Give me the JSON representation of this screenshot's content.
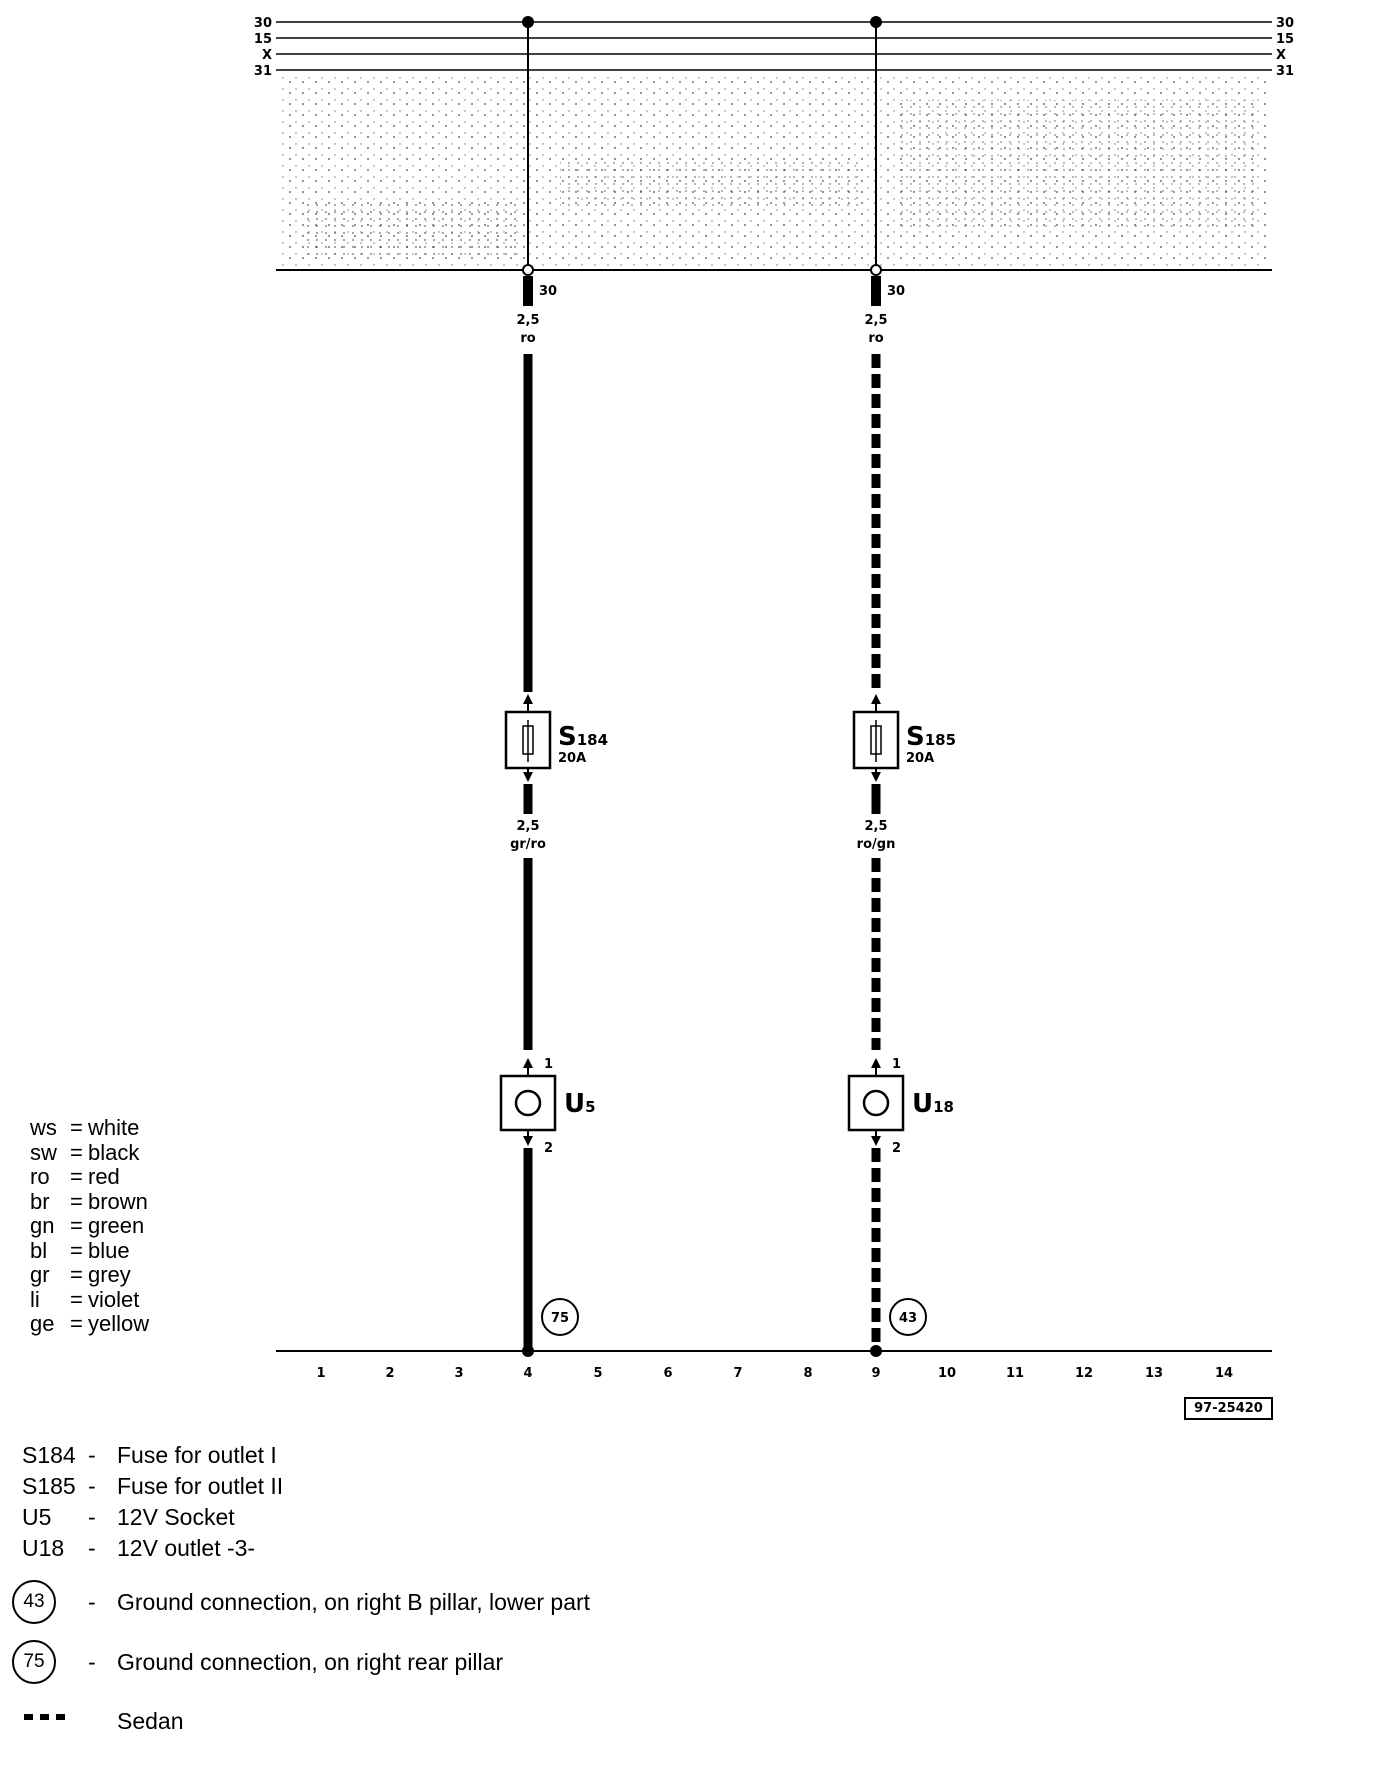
{
  "rails": [
    "30",
    "15",
    "X",
    "31"
  ],
  "top_terminal": "30",
  "circuits": [
    {
      "id": "left",
      "wire_top": {
        "size": "2,5",
        "color": "ro"
      },
      "fuse": {
        "name": "S",
        "num": "184",
        "rating": "20A"
      },
      "wire_mid": {
        "size": "2,5",
        "color": "gr/ro"
      },
      "device": {
        "name": "U",
        "num": "5",
        "pin1": "1",
        "pin2": "2"
      },
      "ground": "75",
      "dashed": false
    },
    {
      "id": "right",
      "wire_top": {
        "size": "2,5",
        "color": "ro"
      },
      "fuse": {
        "name": "S",
        "num": "185",
        "rating": "20A"
      },
      "wire_mid": {
        "size": "2,5",
        "color": "ro/gn"
      },
      "device": {
        "name": "U",
        "num": "18",
        "pin1": "1",
        "pin2": "2"
      },
      "ground": "43",
      "dashed": true
    }
  ],
  "ruler": [
    "1",
    "2",
    "3",
    "4",
    "5",
    "6",
    "7",
    "8",
    "9",
    "10",
    "11",
    "12",
    "13",
    "14"
  ],
  "ref_number": "97-25420",
  "color_codes": [
    {
      "code": "ws",
      "name": "white"
    },
    {
      "code": "sw",
      "name": "black"
    },
    {
      "code": "ro",
      "name": "red"
    },
    {
      "code": "br",
      "name": "brown"
    },
    {
      "code": "gn",
      "name": "green"
    },
    {
      "code": "bl",
      "name": "blue"
    },
    {
      "code": "gr",
      "name": "grey"
    },
    {
      "code": "li",
      "name": "violet"
    },
    {
      "code": "ge",
      "name": "yellow"
    }
  ],
  "legend": [
    {
      "code": "S184",
      "desc": "Fuse for outlet I"
    },
    {
      "code": "S185",
      "desc": "Fuse for outlet II"
    },
    {
      "code": "U5",
      "desc": "12V Socket"
    },
    {
      "code": "U18",
      "desc": "12V outlet -3-"
    }
  ],
  "ground_legend": [
    {
      "num": "43",
      "desc": "Ground connection, on right B pillar, lower part"
    },
    {
      "num": "75",
      "desc": "Ground connection, on right rear pillar"
    }
  ],
  "line_legend": {
    "desc": "Sedan"
  }
}
